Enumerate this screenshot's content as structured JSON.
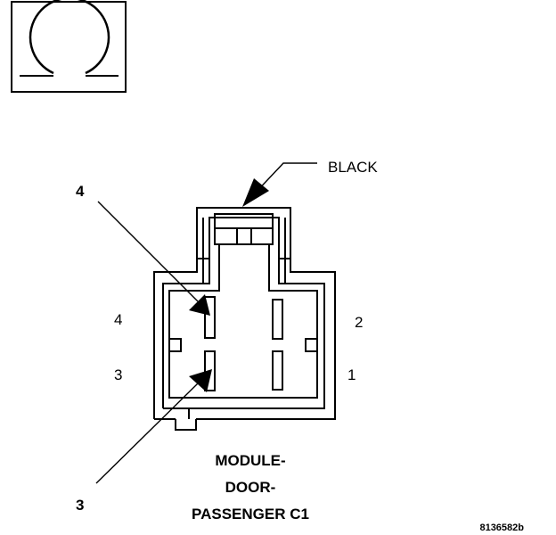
{
  "diagram": {
    "wire_color_label": "BLACK",
    "callouts": {
      "upper": "4",
      "lower": "3"
    },
    "pin_labels": {
      "top_left": "4",
      "bottom_left": "3",
      "top_right": "2",
      "bottom_right": "1"
    },
    "title_lines": [
      "MODULE-",
      "DOOR-",
      "PASSENGER C1"
    ],
    "figure_id": "8136582b",
    "icon": "connector-view-icon"
  }
}
